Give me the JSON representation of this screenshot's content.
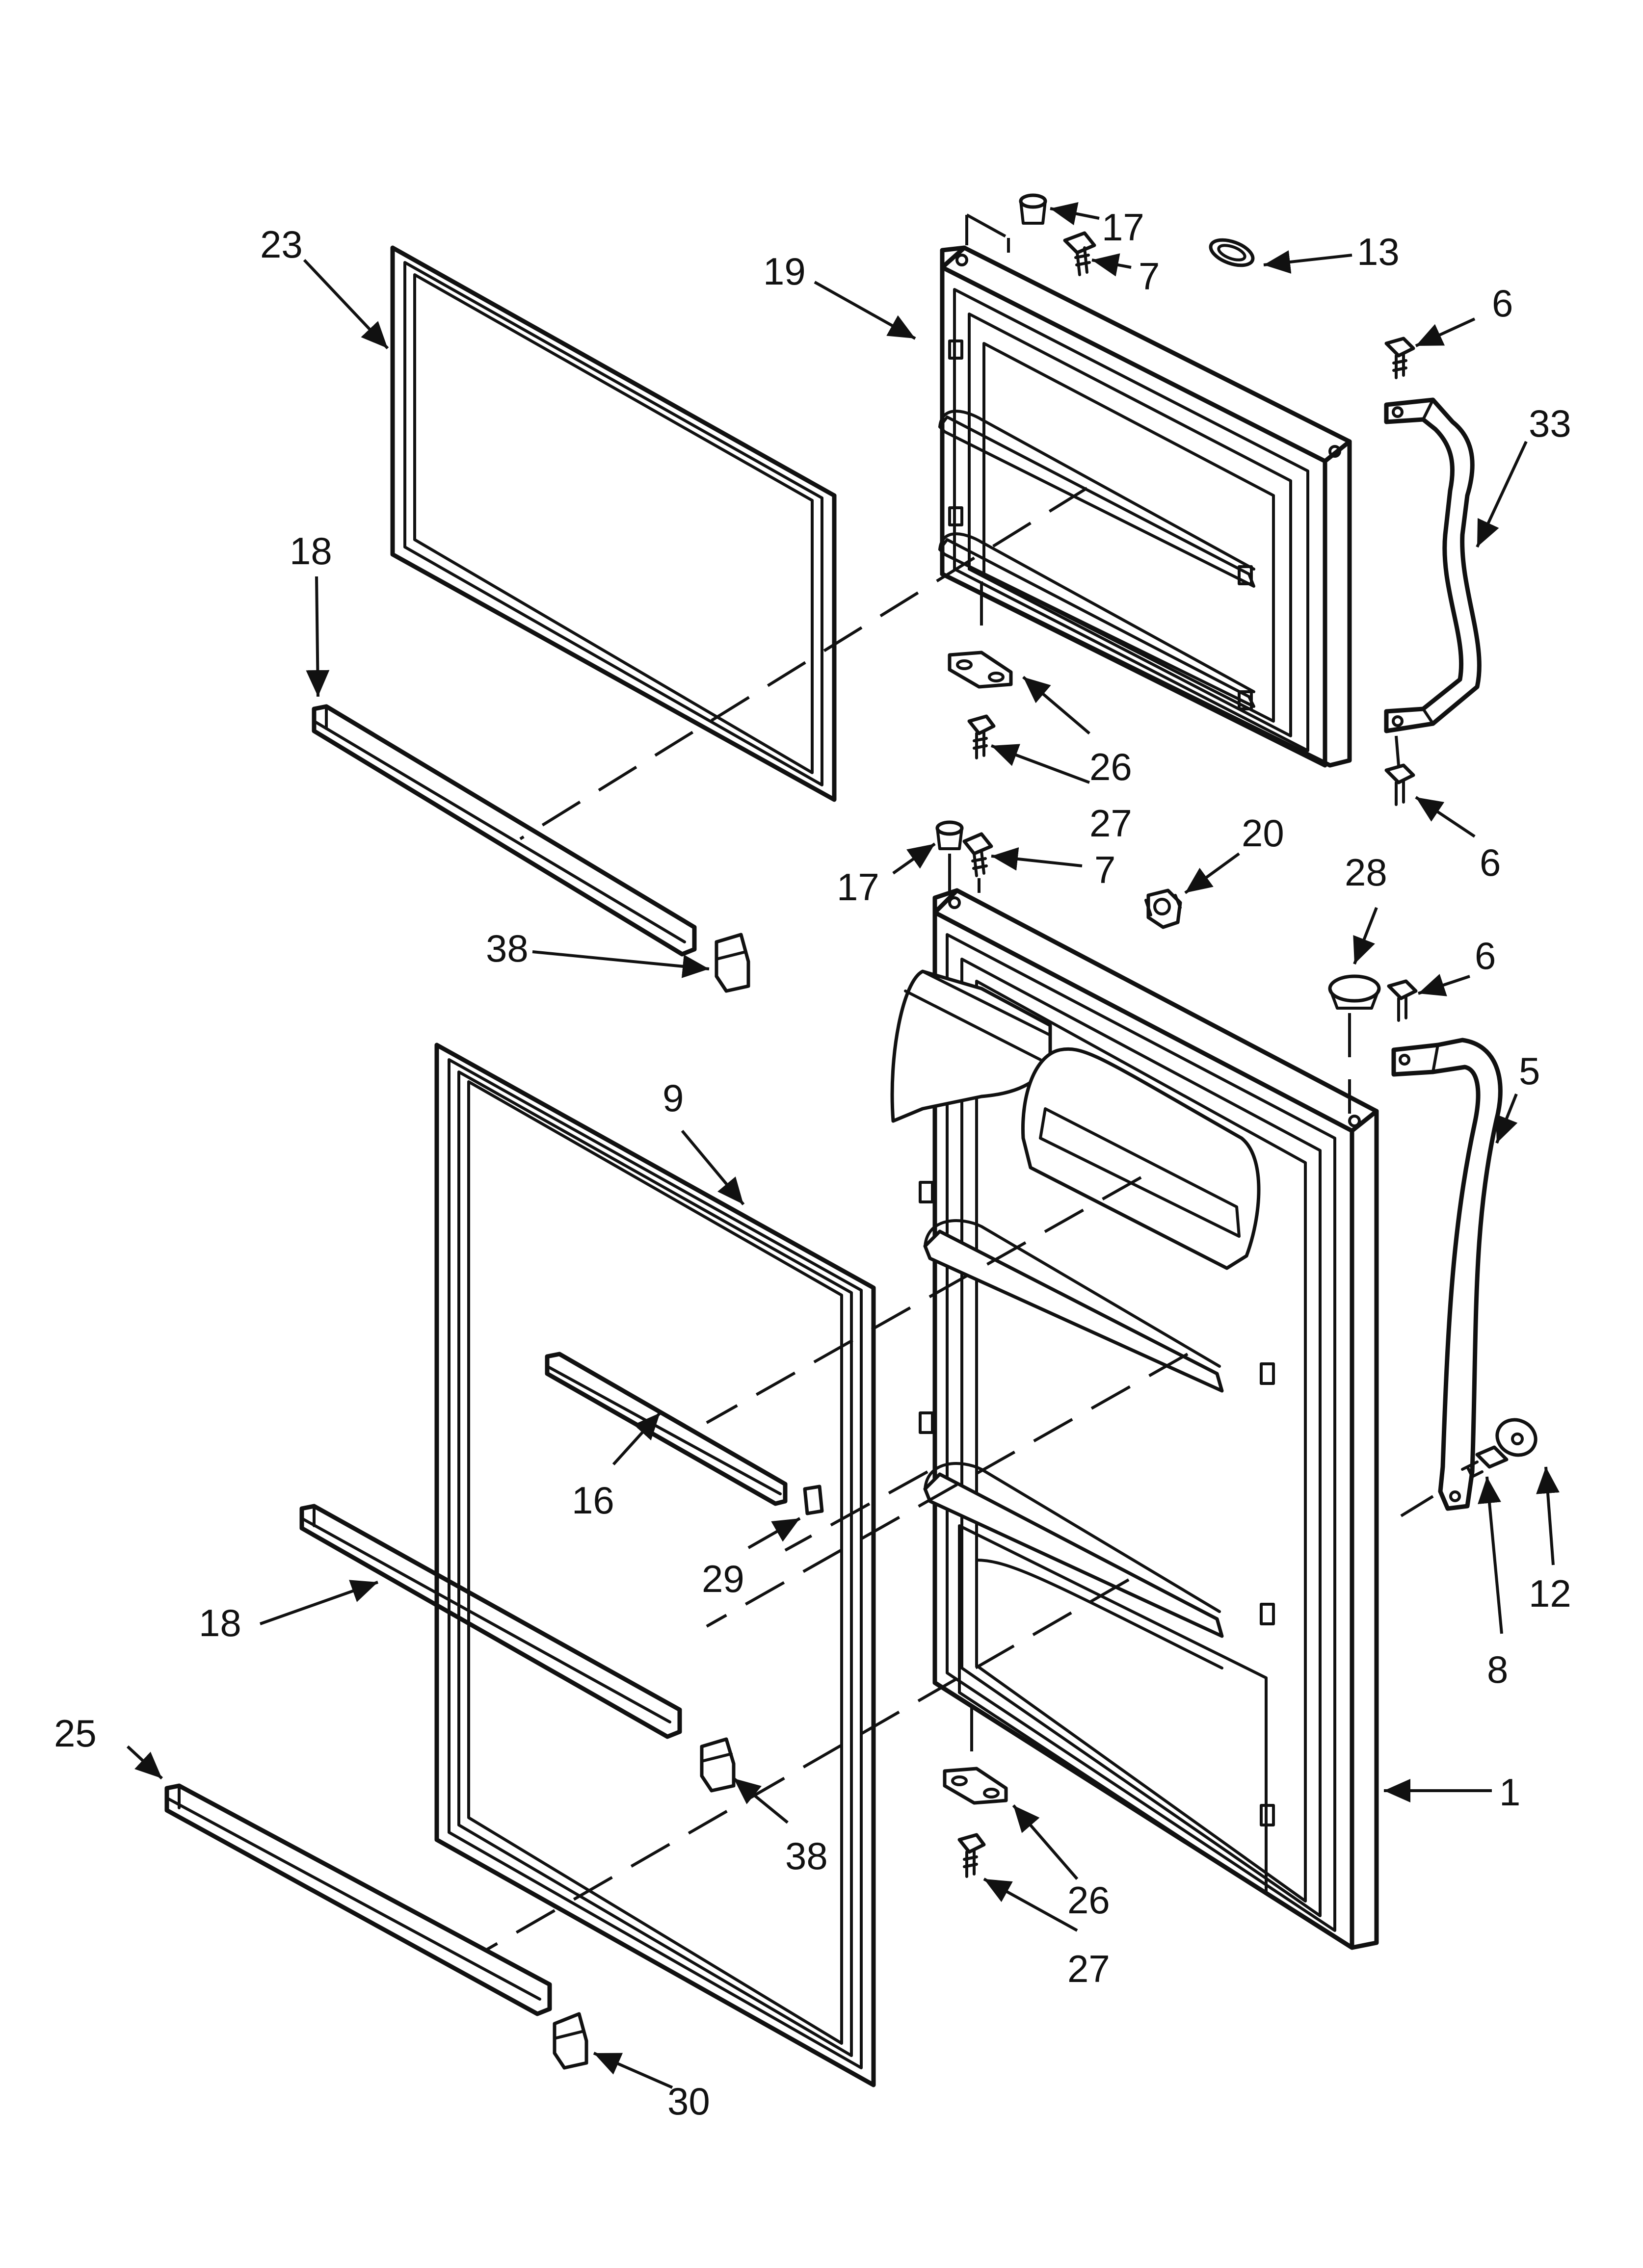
{
  "diagram": {
    "callouts": [
      {
        "id": "c23",
        "label": "23"
      },
      {
        "id": "c19",
        "label": "19"
      },
      {
        "id": "c17a",
        "label": "17"
      },
      {
        "id": "c7a",
        "label": "7"
      },
      {
        "id": "c13",
        "label": "13"
      },
      {
        "id": "c6a",
        "label": "6"
      },
      {
        "id": "c33",
        "label": "33"
      },
      {
        "id": "c18a",
        "label": "18"
      },
      {
        "id": "c26a",
        "label": "26"
      },
      {
        "id": "c27a",
        "label": "27"
      },
      {
        "id": "c20",
        "label": "20"
      },
      {
        "id": "c6b",
        "label": "6"
      },
      {
        "id": "c17b",
        "label": "17"
      },
      {
        "id": "c7b",
        "label": "7"
      },
      {
        "id": "c28",
        "label": "28"
      },
      {
        "id": "c38a",
        "label": "38"
      },
      {
        "id": "c6c",
        "label": "6"
      },
      {
        "id": "c5",
        "label": "5"
      },
      {
        "id": "c9",
        "label": "9"
      },
      {
        "id": "c16",
        "label": "16"
      },
      {
        "id": "c29",
        "label": "29"
      },
      {
        "id": "c18b",
        "label": "18"
      },
      {
        "id": "c8",
        "label": "8"
      },
      {
        "id": "c12",
        "label": "12"
      },
      {
        "id": "c25",
        "label": "25"
      },
      {
        "id": "c1",
        "label": "1"
      },
      {
        "id": "c38b",
        "label": "38"
      },
      {
        "id": "c26b",
        "label": "26"
      },
      {
        "id": "c27b",
        "label": "27"
      },
      {
        "id": "c30",
        "label": "30"
      }
    ]
  }
}
